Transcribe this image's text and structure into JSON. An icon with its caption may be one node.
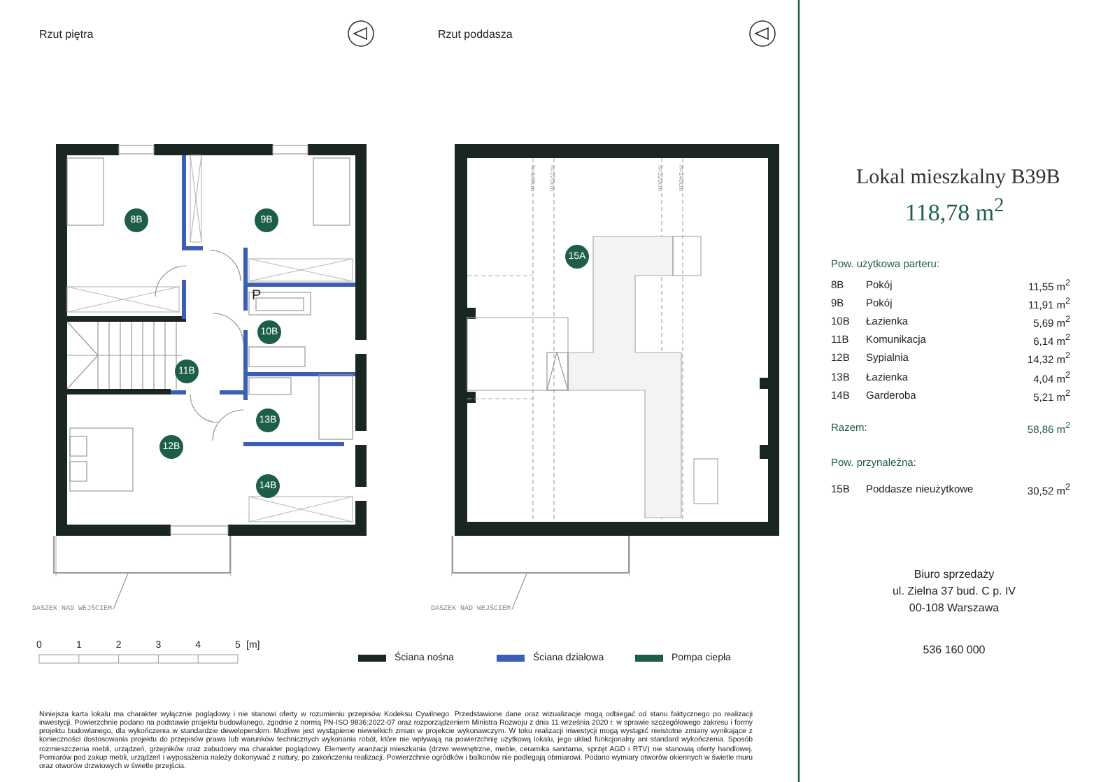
{
  "diagram": {
    "title": "Lokal mieszkalny B39B",
    "caption": "Niniejsza karta lokalu ma charakter wyłącznie poglądowy i nie stanowi oferty w rozumieniu przepisów Kodeksu Cywilnego. Przedstawione dane oraz wizualizacje mogą odbiegać od stanu faktycznego po realizacji inwestycji. Powierzchnie podano na podstawie projektu budowlanego, zgodnie z normą PN-ISO 9836:2022-07 oraz rozporządzeniem Ministra Rozwoju z dnia 11 września 2020 r. w sprawie szczegółowego zakresu i formy projektu budowlanego, dla wykończenia w standardzie deweloperskim. Możliwe jest wystąpienie niewielkich zmian w projekcie wykonawczym. W toku realizacji inwestycji mogą wystąpić nieistotne zmiany wynikające z konieczności dostosowania projektu do przepisów prawa lub warunków technicznych wykonania robót, które nie wpływają na powierzchnię użytkową lokalu, jego układ funkcjonalny ani standard wykończenia. Sposób rozmieszczenia mebli, urządzeń, grzejników oraz zabudowy ma charakter poglądowy. Elementy aranżacji mieszkania (drzwi wewnętrzne, meble, ceramika sanitarna, sprzęt AGD i RTV) nie stanowią oferty handlowej. Pomiarów pod zakup mebli, urządzeń i wyposażenia należy dokonywać z natury, po zakończeniu realizacji. Powierzchnie ogródków i balkonów nie podlegają obmiarowi. Podano wymiary otworów okiennych w świetle muru oraz otworów drzwiowych w świetle przejścia.",
    "nodes": [
      {
        "text": [
          "8B"
        ]
      },
      {
        "text": [
          "9B"
        ]
      },
      {
        "text": [
          "10B"
        ]
      },
      {
        "text": [
          "11B"
        ]
      },
      {
        "text": [
          "12B"
        ]
      },
      {
        "text": [
          "13B"
        ]
      },
      {
        "text": [
          "14B"
        ]
      },
      {
        "text": [
          "15A"
        ]
      },
      {
        "text": [],
        "shape": "box"
      },
      {
        "text": [],
        "shape": "box"
      },
      {
        "text": [
          "DASZEK NAD WEJŚCIEM"
        ]
      },
      {
        "text": [
          "DASZEK NAD WEJŚCIEM"
        ]
      }
    ],
    "edges": [
      {
        "from": 10,
        "to": 8,
        "arrow": "none"
      },
      {
        "from": 11,
        "to": 9,
        "arrow": "none"
      }
    ],
    "labels": [
      "Rzut piętra",
      "Rzut poddasza",
      "P",
      "h=140cm",
      "h=220cm",
      "h=220cm",
      "h=140cm",
      "118,78 m$^{2}$",
      "Pow. użytkowa parteru:",
      "8B",
      "Pokój",
      "11,55 m$^{2}$",
      "9B",
      "Pokój",
      "11,91 m$^{2}$",
      "10B",
      "Łazienka",
      "5,69 m$^{2}$",
      "11B",
      "Komunikacja",
      "6,14 m$^{2}$",
      "12B",
      "Sypialnia",
      "14,32 m$^{2}$",
      "13B",
      "Łazienka",
      "4,04 m$^{2}$",
      "14B",
      "Garderoba",
      "5,21 m$^{2}$",
      "Razem:",
      "58,86 m$^{2}$",
      "Pow. przynależna:",
      "15B",
      "Poddasze nieużytkowe",
      "30,52 m$^{2}$",
      "0",
      "1",
      "2",
      "3",
      "4",
      "5",
      "[m]",
      "Biuro sprzedaży",
      "ul. Zielna 37 bud. C p. IV",
      "00-108 Warszawa",
      "536 160 000"
    ],
    "legend": [
      {
        "text": "Ściana nośna",
        "color": "#1a2622"
      },
      {
        "text": "Ściana działowa",
        "color": "#3a5fb5"
      },
      {
        "text": "Pompa ciepła",
        "color": "#1e5e48"
      }
    ]
  }
}
